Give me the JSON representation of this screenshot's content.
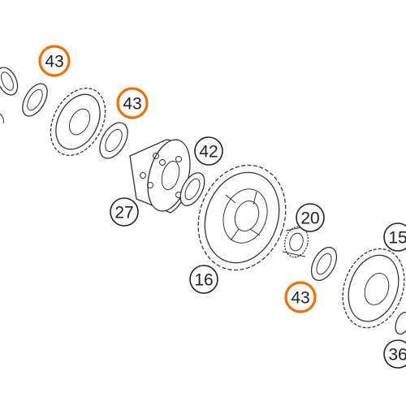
{
  "accent_color": "#ee7203",
  "callouts": [
    {
      "id": "43a",
      "label": "43",
      "highlight": true
    },
    {
      "id": "43b",
      "label": "43",
      "highlight": true
    },
    {
      "id": "42",
      "label": "42",
      "highlight": false
    },
    {
      "id": "27",
      "label": "27",
      "highlight": false
    },
    {
      "id": "20",
      "label": "20",
      "highlight": false
    },
    {
      "id": "16",
      "label": "16",
      "highlight": false
    },
    {
      "id": "43c",
      "label": "43",
      "highlight": true
    },
    {
      "id": "15",
      "label": "15",
      "highlight": false
    },
    {
      "id": "36",
      "label": "36",
      "highlight": false
    }
  ]
}
